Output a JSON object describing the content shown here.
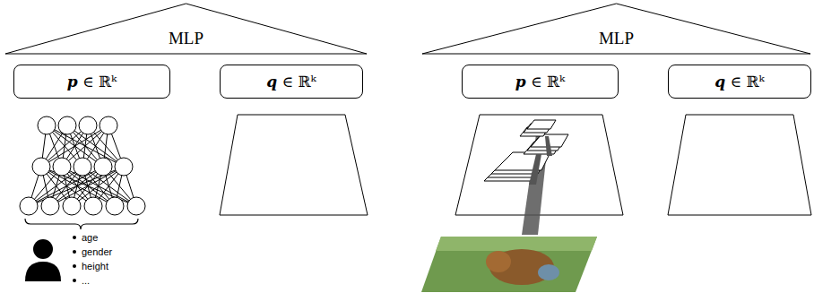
{
  "diagram": {
    "nodes": [
      {
        "text": [
          "MLP"
        ]
      },
      {
        "text": [
          "p ∈ ℝᵏ"
        ]
      },
      {
        "text": [
          "q ∈ ℝᵏ"
        ]
      },
      {
        "text": [
          "MLP"
        ]
      },
      {
        "text": [
          "p ∈ ℝᵏ"
        ]
      },
      {
        "text": [
          "q ∈ ℝᵏ"
        ]
      }
    ],
    "labels": [
      "age",
      "gender",
      "height",
      "..."
    ]
  }
}
